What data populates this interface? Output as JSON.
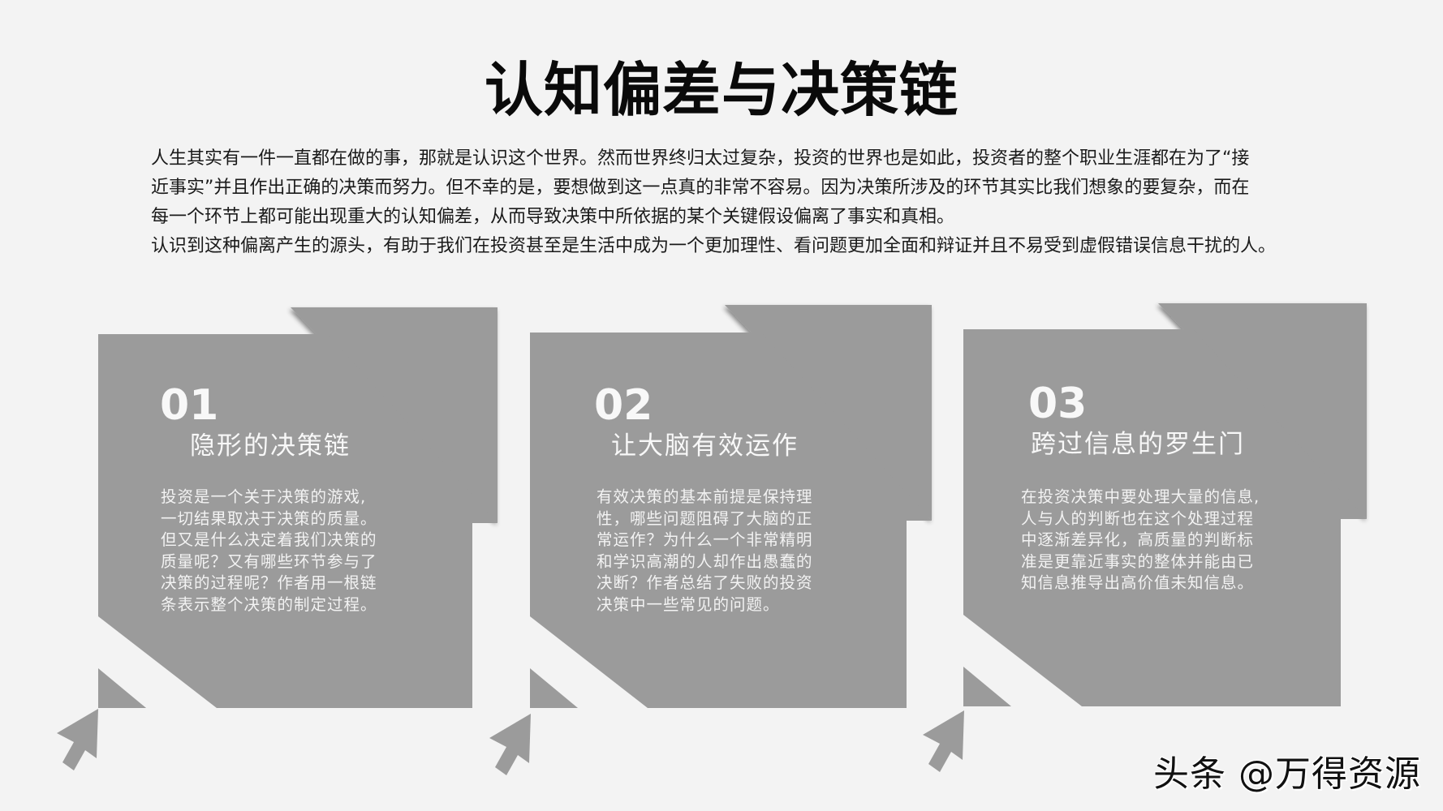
{
  "slide": {
    "title": "认知偏差与决策链",
    "intro": [
      "人生其实有一件一直都在做的事，那就是认识这个世界。然而世界终归太过复杂，投资的世界也是如此，投资者的整个职业生涯都在为了“接",
      "近事实”并且作出正确的决策而努力。但不幸的是，要想做到这一点真的非常不容易。因为决策所涉及的环节其实比我们想象的要复杂，而在",
      "每一个环节上都可能出现重大的认知偏差，从而导致决策中所依据的某个关键假设偏离了事实和真相。",
      "认识到这种偏离产生的源头，有助于我们在投资甚至是生活中成为一个更加理性、看问题更加全面和辩证并且不易受到虚假错误信息干扰的人。"
    ],
    "colors": {
      "background": "#f3f3f3",
      "card": "#9b9b9b",
      "text_on_card": "#f8f8f8",
      "title": "#0a0a0a"
    },
    "cards": [
      {
        "number": "01",
        "heading": "隐形的决策链",
        "body": [
          "投资是一个关于决策的游戏,",
          "一切结果取决于决策的质量。",
          "但又是什么决定着我们决策的",
          "质量呢？又有哪些环节参与了",
          "决策的过程呢？作者用一根链",
          "条表示整个决策的制定过程。"
        ],
        "icon": "cursor-arrow-icon"
      },
      {
        "number": "02",
        "heading": "让大脑有效运作",
        "body": [
          "有效决策的基本前提是保持理",
          "性，哪些问题阻碍了大脑的正",
          "常运作？为什么一个非常精明",
          "和学识高潮的人却作出愚蠢的",
          "决断？作者总结了失败的投资",
          "决策中一些常见的问题。"
        ],
        "icon": "cursor-arrow-icon"
      },
      {
        "number": "03",
        "heading": "跨过信息的罗生门",
        "body": [
          "在投资决策中要处理大量的信息,",
          "人与人的判断也在这个处理过程",
          "中逐渐差异化，高质量的判断标",
          "准是更靠近事实的整体并能由已",
          "知信息推导出高价值未知信息。"
        ],
        "icon": "cursor-arrow-icon"
      }
    ],
    "watermark": "头条 @万得资源"
  }
}
